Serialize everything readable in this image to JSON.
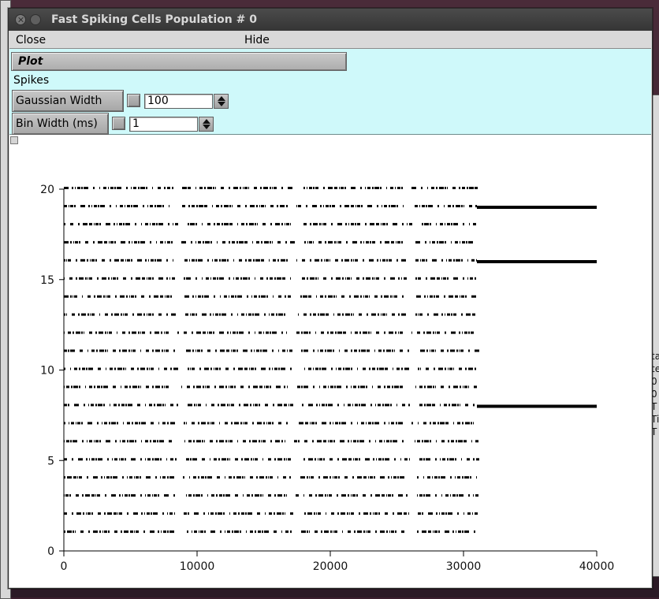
{
  "window": {
    "title": "Fast Spiking Cells Population # 0"
  },
  "menu": {
    "close": "Close",
    "hide": "Hide"
  },
  "controls": {
    "plot_label": "Plot",
    "spikes_label": "Spikes",
    "gaussian_width_label": "Gaussian Width (ms)",
    "gaussian_width_value": "100",
    "bin_width_label": "Bin Width (ms)",
    "bin_width_value": "1"
  },
  "background_text": {
    "right_1": "ta",
    "right_2": "te",
    "right_3": "0",
    "right_4": "0",
    "right_5": "T",
    "right_6": "Ti",
    "right_7": "T"
  },
  "chart_data": {
    "type": "scatter",
    "title": "",
    "xlabel": "",
    "ylabel": "",
    "xlim": [
      0,
      40000
    ],
    "ylim": [
      0,
      20
    ],
    "x_ticks": [
      0,
      10000,
      20000,
      30000,
      40000
    ],
    "y_ticks": [
      0,
      5,
      10,
      15,
      20
    ],
    "grid": false,
    "legend": "none",
    "series": [
      {
        "rows": [
          1,
          2,
          3,
          4,
          5,
          6,
          7,
          8,
          9,
          10,
          11,
          12,
          13,
          14,
          15,
          16,
          17,
          18,
          19,
          20
        ],
        "spike_limit": 31000,
        "continuous_rows": [
          8,
          16,
          19
        ],
        "continuous_to": 40000
      }
    ]
  }
}
